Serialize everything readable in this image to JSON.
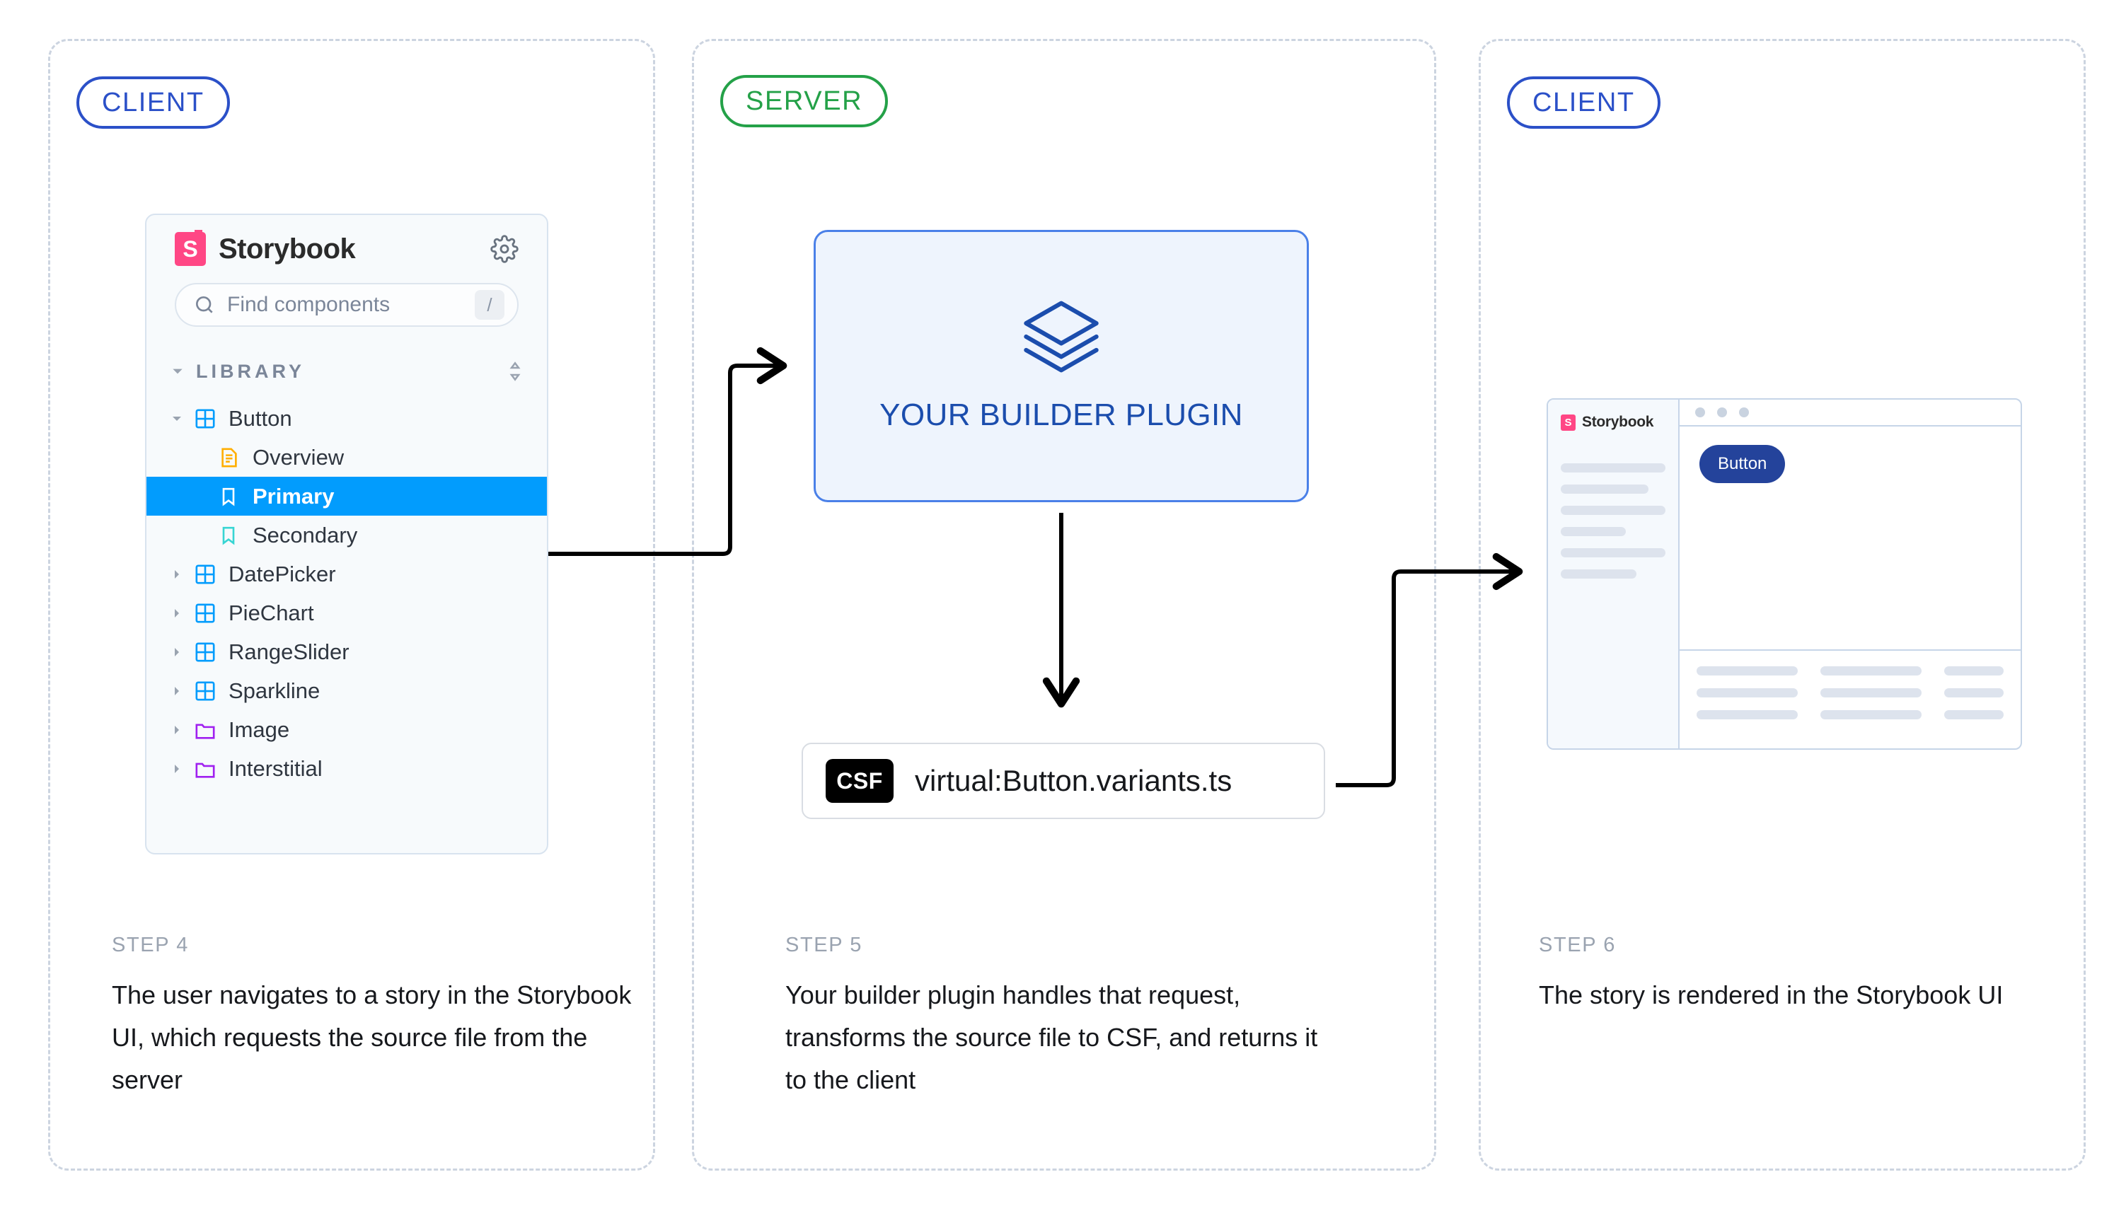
{
  "panels": [
    {
      "role_label": "CLIENT",
      "role_color": "#2b50c8"
    },
    {
      "role_label": "SERVER",
      "role_color": "#24a148"
    },
    {
      "role_label": "CLIENT",
      "role_color": "#2b50c8"
    }
  ],
  "storybook": {
    "logo_letter": "S",
    "logo_color": "#ff4785",
    "title": "Storybook",
    "gear_icon": "gear-icon",
    "search": {
      "placeholder": "Find components",
      "search_icon": "search-icon",
      "shortcut_key": "/"
    },
    "library": {
      "heading": "LIBRARY",
      "sort_icon": "sort-icon",
      "items": [
        {
          "label": "Button",
          "icon": "component-grid-icon",
          "depth": 1,
          "expanded": true,
          "selected": false,
          "caret": "down"
        },
        {
          "label": "Overview",
          "icon": "docs-page-icon",
          "depth": 2,
          "expanded": false,
          "selected": false,
          "caret": "none"
        },
        {
          "label": "Primary",
          "icon": "story-bookmark-icon",
          "depth": 2,
          "expanded": false,
          "selected": true,
          "caret": "none"
        },
        {
          "label": "Secondary",
          "icon": "story-bookmark-icon",
          "depth": 2,
          "expanded": false,
          "selected": false,
          "caret": "none"
        },
        {
          "label": "DatePicker",
          "icon": "component-grid-icon",
          "depth": 1,
          "expanded": false,
          "selected": false,
          "caret": "right"
        },
        {
          "label": "PieChart",
          "icon": "component-grid-icon",
          "depth": 1,
          "expanded": false,
          "selected": false,
          "caret": "right"
        },
        {
          "label": "RangeSlider",
          "icon": "component-grid-icon",
          "depth": 1,
          "expanded": false,
          "selected": false,
          "caret": "right"
        },
        {
          "label": "Sparkline",
          "icon": "component-grid-icon",
          "depth": 1,
          "expanded": false,
          "selected": false,
          "caret": "right"
        },
        {
          "label": "Image",
          "icon": "folder-icon",
          "depth": 1,
          "expanded": false,
          "selected": false,
          "caret": "right"
        },
        {
          "label": "Interstitial",
          "icon": "folder-icon",
          "depth": 1,
          "expanded": false,
          "selected": false,
          "caret": "right"
        }
      ],
      "selected_color": "#029cfd"
    }
  },
  "plugin": {
    "icon": "layers-icon",
    "label": "YOUR BUILDER PLUGIN",
    "accent_color": "#1b4dad",
    "fill_color": "#eef4fd"
  },
  "csf_file": {
    "badge": "CSF",
    "path": "virtual:Button.variants.ts"
  },
  "preview": {
    "logo_letter": "S",
    "title": "Storybook",
    "sidebar_bar_widths": [
      "100%",
      "84%",
      "100%",
      "62%",
      "100%",
      "72%"
    ],
    "toolbar_dots": 3,
    "button_label": "Button",
    "button_color": "#24439b",
    "addon_rows": 3,
    "addon_cols": 3
  },
  "steps": [
    {
      "kicker": "STEP 4",
      "text": "The user navigates to a story in the Storybook UI, which requests the source file from the server"
    },
    {
      "kicker": "STEP 5",
      "text": "Your builder plugin handles that request, transforms the source file to CSF, and returns it to the client"
    },
    {
      "kicker": "STEP 6",
      "text": "The story is rendered in the Storybook UI"
    }
  ]
}
